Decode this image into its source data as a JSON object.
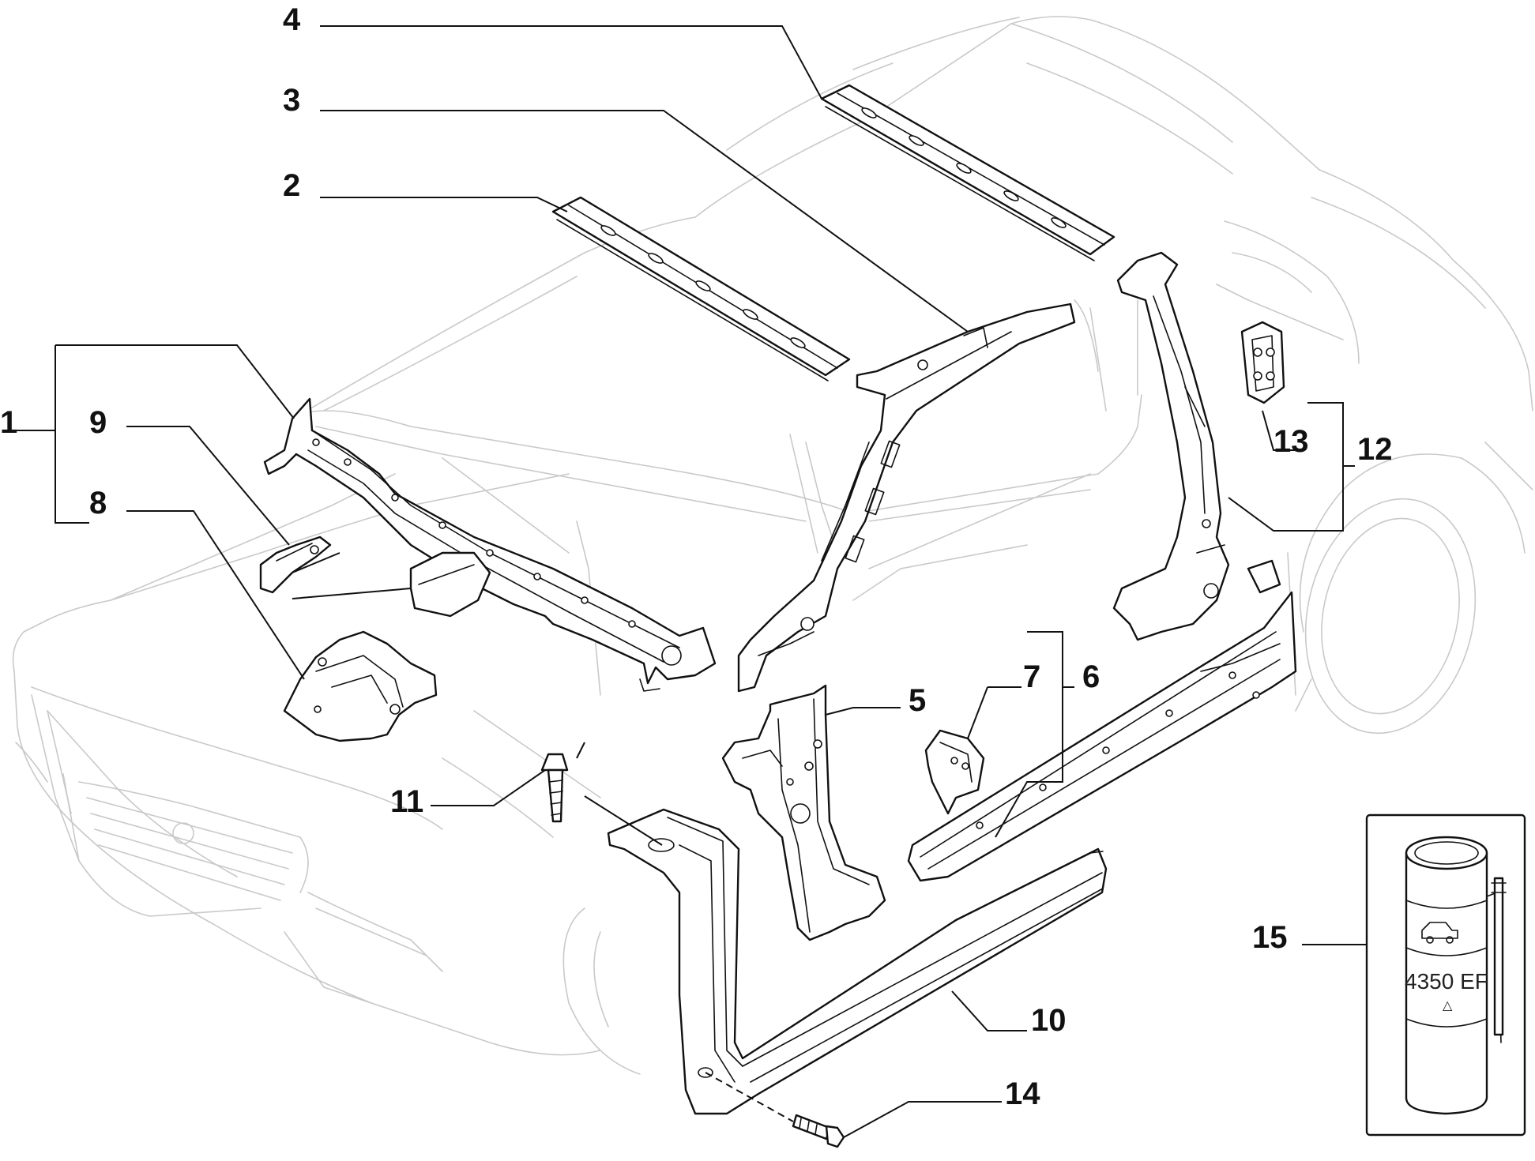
{
  "diagram": {
    "callouts": [
      {
        "id": "1",
        "label": "1"
      },
      {
        "id": "2",
        "label": "2"
      },
      {
        "id": "3",
        "label": "3"
      },
      {
        "id": "4",
        "label": "4"
      },
      {
        "id": "5",
        "label": "5"
      },
      {
        "id": "6",
        "label": "6"
      },
      {
        "id": "7",
        "label": "7"
      },
      {
        "id": "8",
        "label": "8"
      },
      {
        "id": "9",
        "label": "9"
      },
      {
        "id": "10",
        "label": "10"
      },
      {
        "id": "11",
        "label": "11"
      },
      {
        "id": "12",
        "label": "12"
      },
      {
        "id": "13",
        "label": "13"
      },
      {
        "id": "14",
        "label": "14"
      },
      {
        "id": "15",
        "label": "15"
      }
    ],
    "can_label": "4350 EF",
    "can_warning": "△",
    "colors": {
      "ink": "#111111",
      "ghost_outline": "#c9c9c9",
      "background": "#ffffff"
    }
  }
}
